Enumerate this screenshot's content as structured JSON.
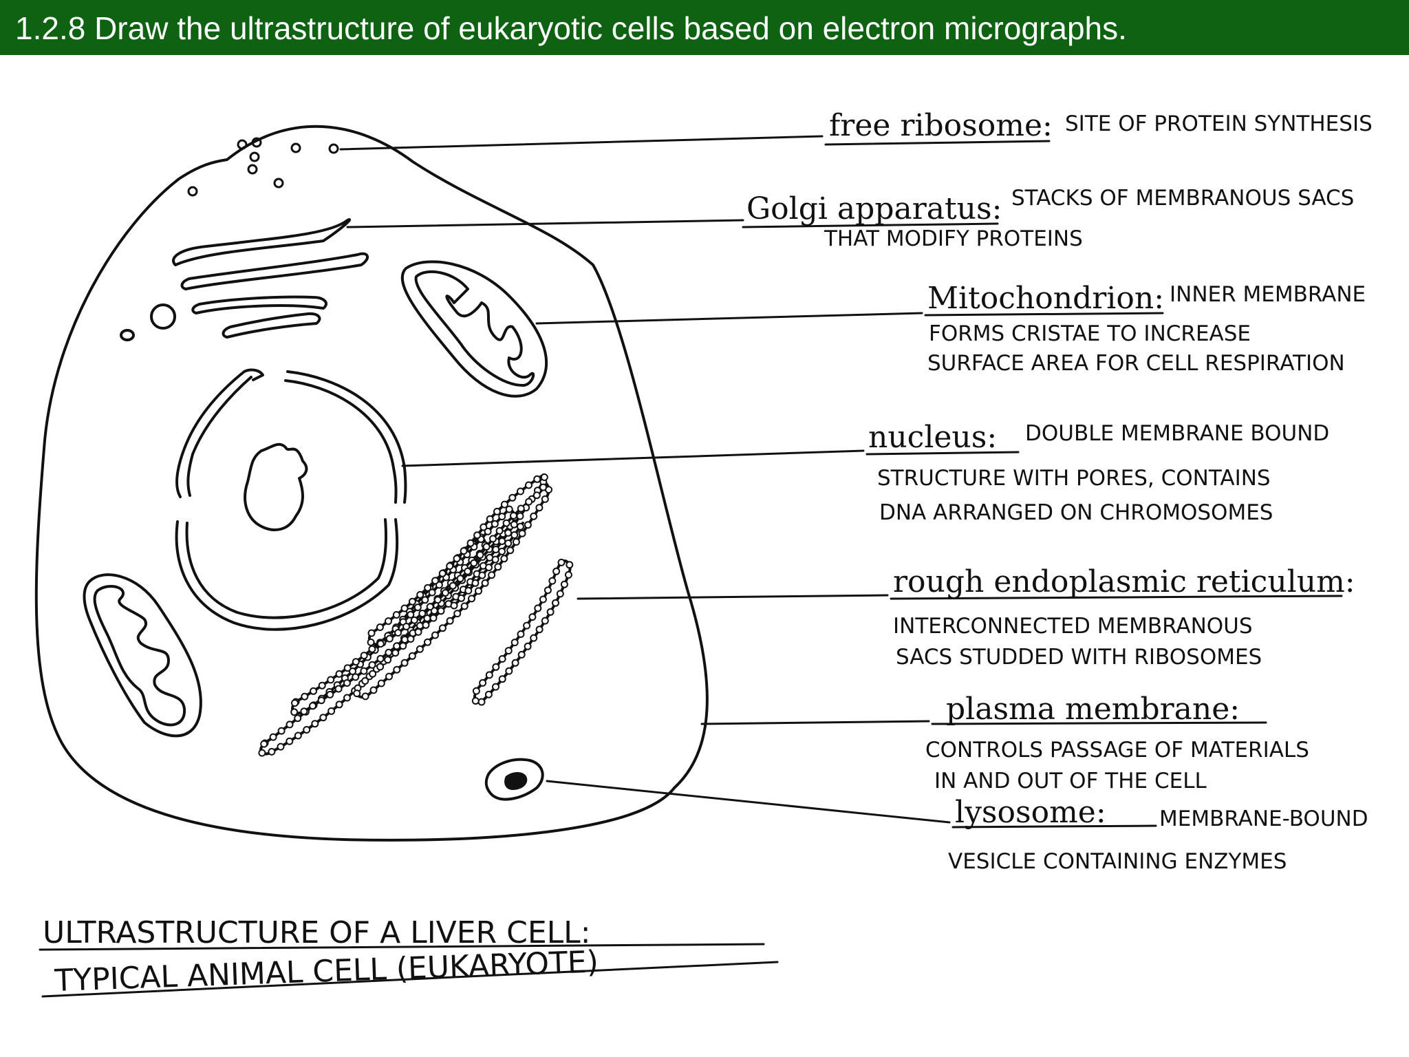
{
  "header": {
    "title": "1.2.8 Draw the ultrastructure of eukaryotic cells based on electron micrographs.",
    "background": "#0f6212"
  },
  "labels": {
    "free_ribosome": {
      "name": "free ribosome:",
      "desc": [
        "SITE OF PROTEIN SYNTHESIS"
      ]
    },
    "golgi": {
      "name": "Golgi apparatus:",
      "desc": [
        "STACKS OF MEMBRANOUS SACS",
        "THAT MODIFY PROTEINS"
      ]
    },
    "mitochondrion": {
      "name": "Mitochondrion:",
      "desc": [
        "INNER MEMBRANE",
        "FORMS CRISTAE TO INCREASE",
        "SURFACE AREA FOR CELL RESPIRATION"
      ]
    },
    "nucleus": {
      "name": "nucleus:",
      "desc": [
        "DOUBLE MEMBRANE BOUND",
        "STRUCTURE WITH PORES, CONTAINS",
        "DNA ARRANGED ON CHROMOSOMES"
      ]
    },
    "rough_er": {
      "name": "rough endoplasmic reticulum:",
      "desc": [
        "INTERCONNECTED MEMBRANOUS",
        "SACS STUDDED WITH RIBOSOMES"
      ]
    },
    "plasma_membrane": {
      "name": "plasma membrane:",
      "desc": [
        "CONTROLS PASSAGE OF MATERIALS",
        "IN AND OUT OF THE CELL"
      ]
    },
    "lysosome": {
      "name": "lysosome:",
      "desc": [
        "MEMBRANE-BOUND",
        "VESICLE CONTAINING ENZYMES"
      ]
    }
  },
  "caption": {
    "line1": "ULTRASTRUCTURE OF A LIVER CELL:",
    "line2": "TYPICAL ANIMAL CELL (EUKARYOTE)"
  }
}
